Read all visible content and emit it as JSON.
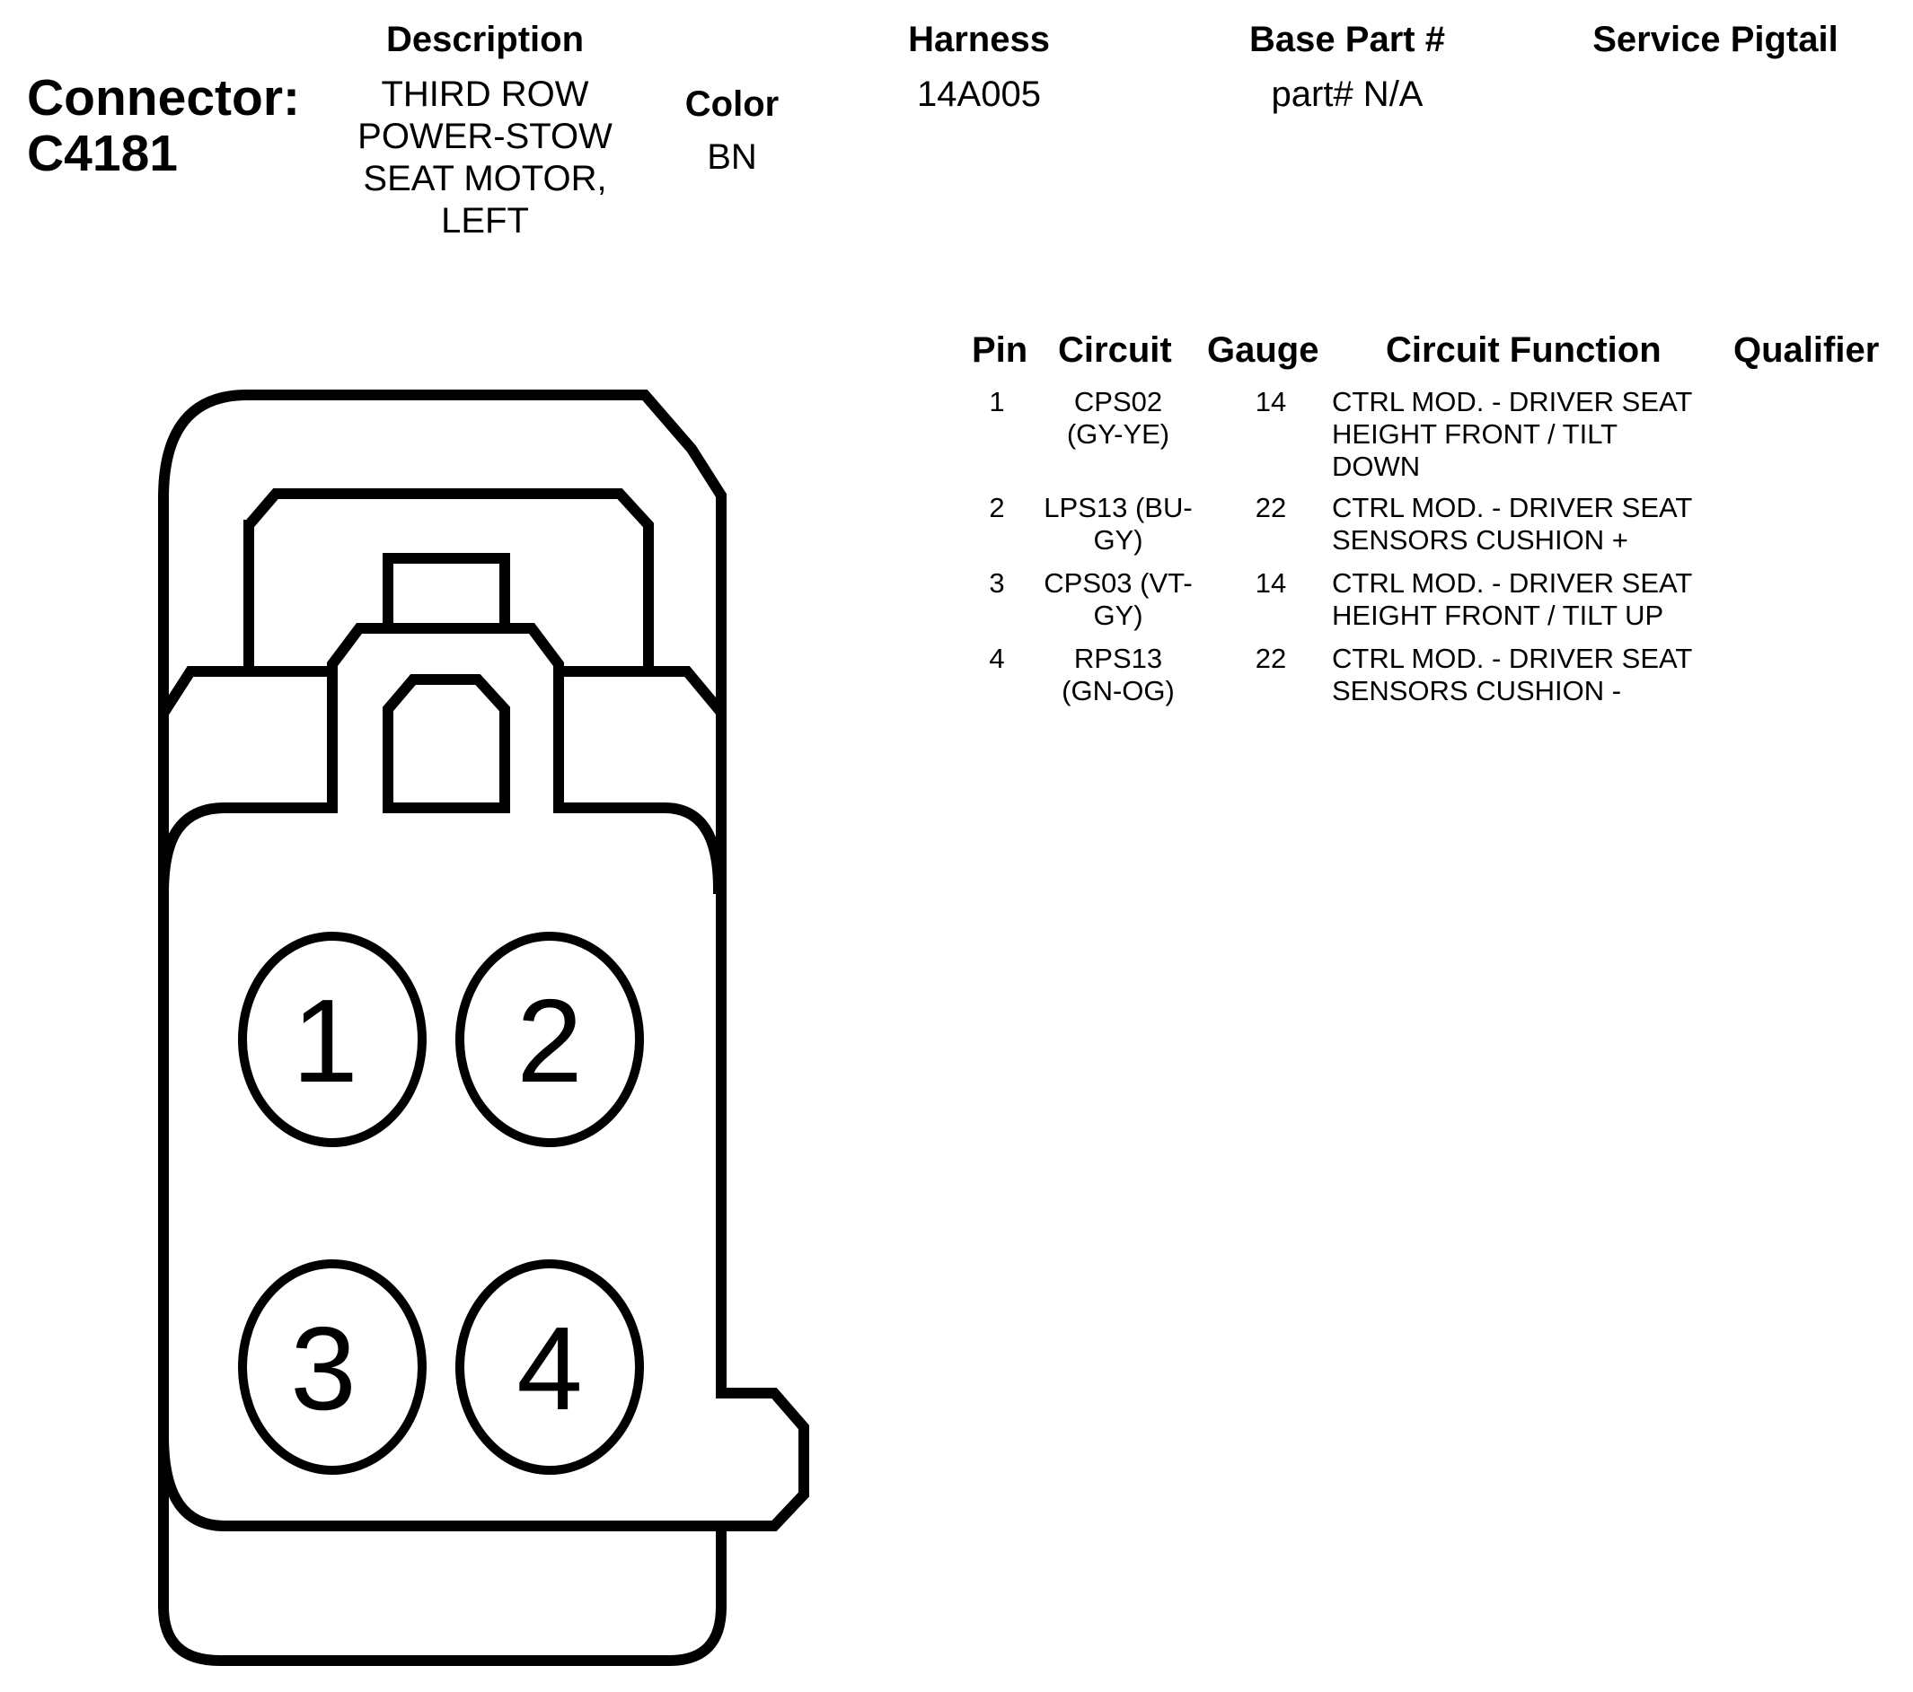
{
  "connector": {
    "label": "Connector:",
    "id": "C4181"
  },
  "headers": {
    "description": "Description",
    "color": "Color",
    "harness": "Harness",
    "base_part": "Base Part #",
    "service_pigtail": "Service Pigtail"
  },
  "values": {
    "description_lines": [
      "THIRD ROW",
      "POWER-STOW",
      "SEAT MOTOR,",
      "LEFT"
    ],
    "color": "BN",
    "harness": "14A005",
    "base_part": "part# N/A",
    "service_pigtail": ""
  },
  "pin_table": {
    "columns": [
      "Pin",
      "Circuit",
      "Gauge",
      "Circuit Function",
      "Qualifier"
    ],
    "rows": [
      {
        "pin": "1",
        "circuit": [
          "CPS02",
          "(GY-YE)"
        ],
        "gauge": "14",
        "function": [
          "CTRL MOD. - DRIVER SEAT",
          "HEIGHT FRONT / TILT",
          "DOWN"
        ],
        "qualifier": ""
      },
      {
        "pin": "2",
        "circuit": [
          "LPS13 (BU-",
          "GY)"
        ],
        "gauge": "22",
        "function": [
          "CTRL MOD. - DRIVER SEAT",
          "SENSORS CUSHION +"
        ],
        "qualifier": ""
      },
      {
        "pin": "3",
        "circuit": [
          "CPS03 (VT-",
          "GY)"
        ],
        "gauge": "14",
        "function": [
          "CTRL MOD. - DRIVER SEAT",
          "HEIGHT FRONT / TILT UP"
        ],
        "qualifier": ""
      },
      {
        "pin": "4",
        "circuit": [
          "RPS13",
          "(GN-OG)"
        ],
        "gauge": "22",
        "function": [
          "CTRL MOD. - DRIVER SEAT",
          "SENSORS CUSHION -"
        ],
        "qualifier": ""
      }
    ]
  },
  "diagram": {
    "pins": [
      "1",
      "2",
      "3",
      "4"
    ],
    "stroke_color": "#000000"
  }
}
